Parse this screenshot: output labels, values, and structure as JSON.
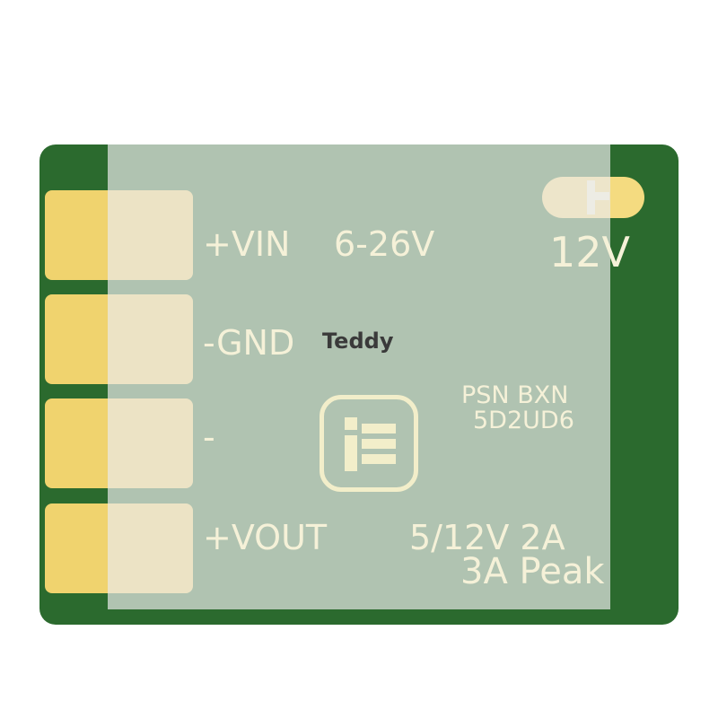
{
  "board": {
    "pin_labels": [
      "+VIN",
      "-GND",
      "-",
      "+VOUT"
    ],
    "input_range": "6-26V",
    "voltage": "12V",
    "code_line1": "PSN BXN",
    "code_line2": "5D2UD6",
    "output_rating": "5/12V 2A",
    "peak_rating": "3A Peak",
    "brand_logo_icon": "ie-logo-icon",
    "solder_pad_icon": "solder-jumper-icon",
    "colors": {
      "pcb": "#2b6a2e",
      "pad": "#f0d36e",
      "silkscreen": "#f5f1d8"
    }
  },
  "watermark": {
    "text": "Teddy"
  }
}
